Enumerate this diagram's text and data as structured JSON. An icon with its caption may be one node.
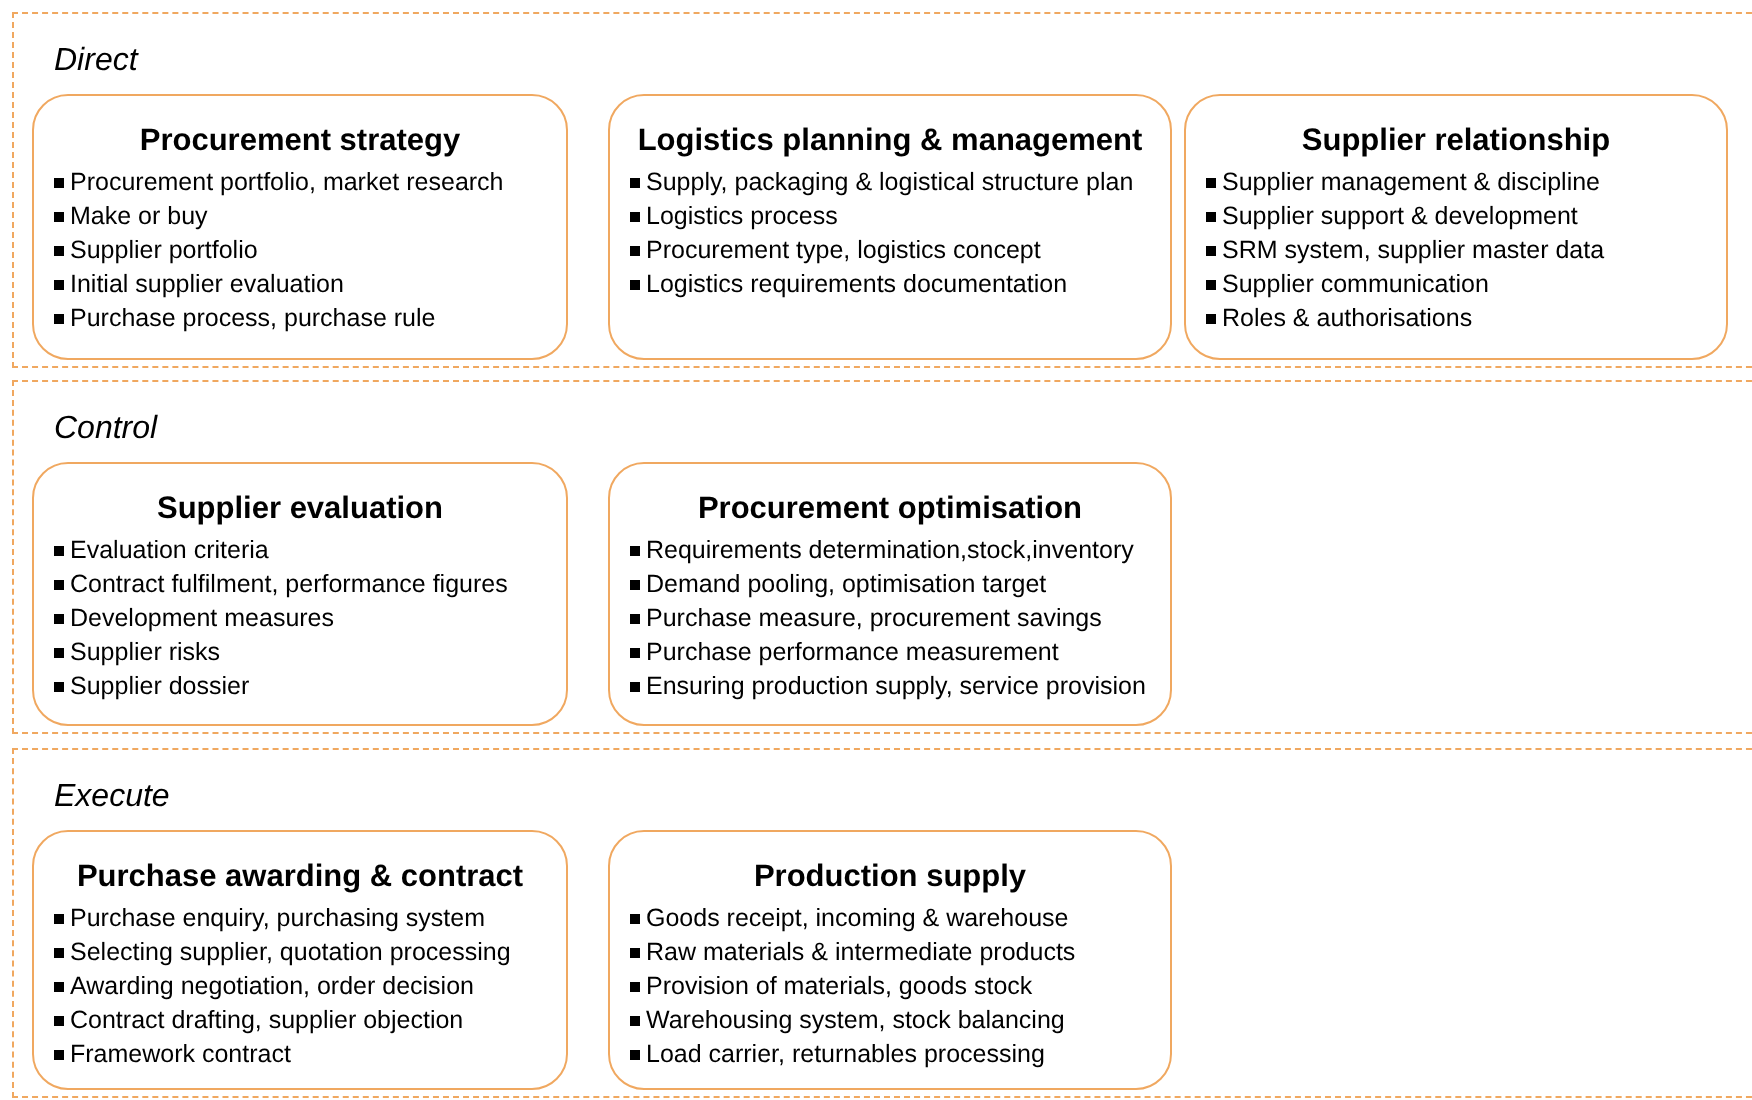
{
  "diagram": {
    "nodes": [
      {
        "text": [
          "Direct"
        ]
      },
      {
        "text": [
          "Procurement strategy",
          "Procurement portfolio, market research",
          "Make or buy",
          "Supplier portfolio",
          "Initial supplier evaluation",
          "Purchase process, purchase rule"
        ],
        "in": 0
      },
      {
        "text": [
          "Logistics planning & management",
          "Supply, packaging & logistical structure plan",
          "Logistics process",
          "Procurement type, logistics concept",
          "Logistics requirements documentation"
        ],
        "in": 0
      },
      {
        "text": [
          "Supplier relationship",
          "Supplier management & discipline",
          "Supplier support & development",
          "SRM system, supplier master data",
          "Supplier communication",
          "Roles & authorisations"
        ],
        "in": 0
      },
      {
        "text": [
          "Control"
        ]
      },
      {
        "text": [
          "Supplier evaluation",
          "Evaluation criteria",
          "Contract fulfilment, performance figures",
          "Development measures",
          "Supplier risks",
          "Supplier dossier"
        ],
        "in": 4
      },
      {
        "text": [
          "Procurement optimisation",
          "Requirements determination,stock,inventory",
          "Demand pooling, optimisation target",
          "Purchase measure, procurement savings",
          "Purchase performance measurement",
          "Ensuring production supply, service provision"
        ],
        "in": 4
      },
      {
        "text": [
          "Execute"
        ]
      },
      {
        "text": [
          "Purchase awarding & contract",
          "Purchase enquiry, purchasing system",
          "Selecting supplier, quotation processing",
          "Awarding negotiation, order decision",
          "Contract drafting, supplier objection",
          "Framework contract"
        ],
        "in": 7
      },
      {
        "text": [
          "Production supply",
          "Goods receipt, incoming & warehouse",
          "Raw materials & intermediate products",
          "Provision of materials, goods stock",
          "Warehousing system, stock balancing",
          "Load carrier, returnables processing"
        ],
        "in": 7
      }
    ]
  }
}
